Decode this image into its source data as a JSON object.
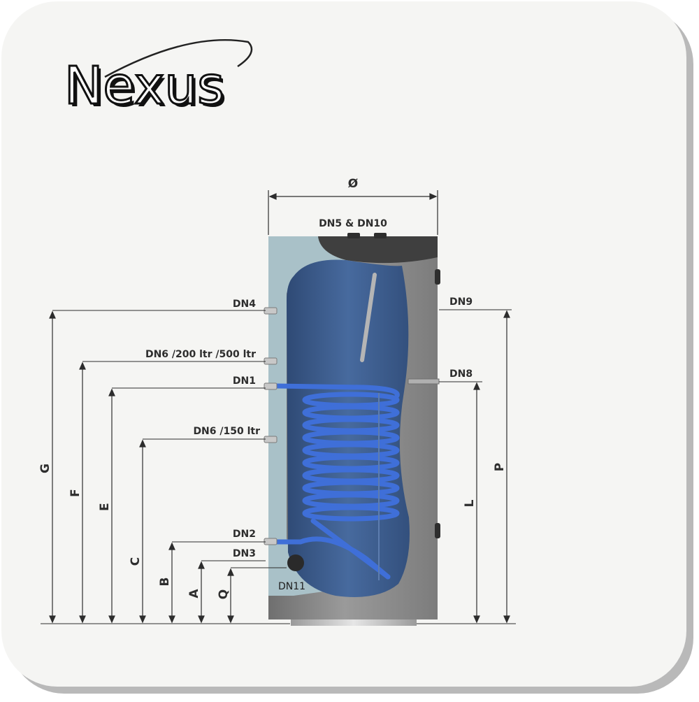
{
  "logo": {
    "text": "Nexus"
  },
  "diameter_symbol": "Ø",
  "top_connection": "DN5 & DN10",
  "left_connections": {
    "dn4": "DN4",
    "dn6_large": "DN6 /200 ltr /500 ltr",
    "dn1": "DN1",
    "dn6_small": "DN6 /150 ltr",
    "dn2": "DN2",
    "dn3": "DN3"
  },
  "bottom_connection": "DN11",
  "right_connections": {
    "dn9": "DN9",
    "dn8": "DN8"
  },
  "dimensions": {
    "G": "G",
    "F": "F",
    "E": "E",
    "C": "C",
    "B": "B",
    "A": "A",
    "Q": "Q",
    "L": "L",
    "P": "P"
  },
  "colors": {
    "card": "#f5f5f3",
    "card_shadow": "#b9b9b9",
    "tank_shell": "#8c8c8c",
    "tank_top": "#3f3f3f",
    "insulation": "#a9c1c8",
    "tank_inner": "#3e5e8f",
    "coil": "#3f6fd8"
  }
}
